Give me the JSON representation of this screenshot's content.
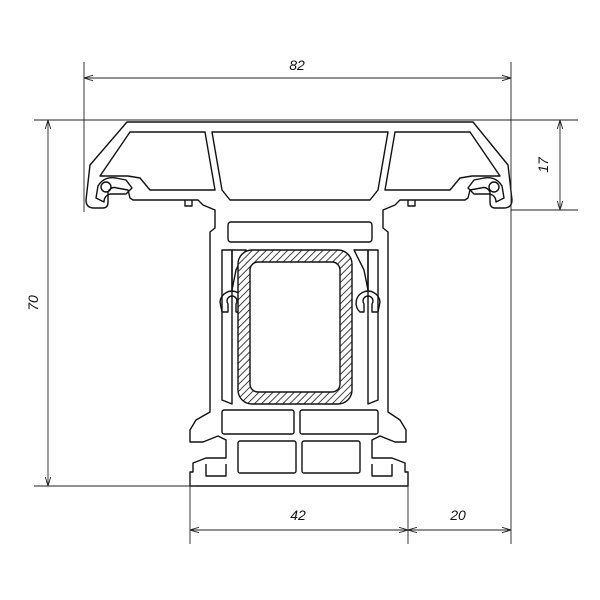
{
  "dimensions": {
    "top_width": "82",
    "total_height": "70",
    "flange_height": "17",
    "base_width": "42",
    "offset": "20"
  },
  "colors": {
    "line": "#111111",
    "dim_line": "#222222",
    "background": "#ffffff"
  }
}
